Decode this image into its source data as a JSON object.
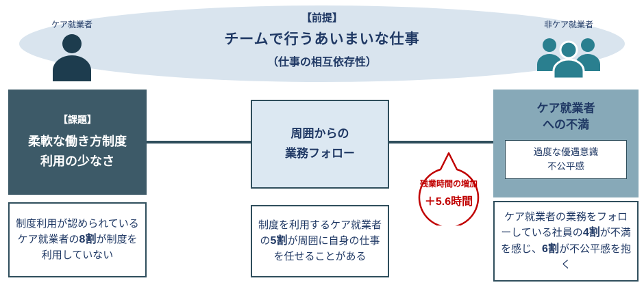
{
  "premise": {
    "tag": "【前提】",
    "title": "チームで行うあいまいな仕事",
    "subtitle": "（仕事の相互依存性）"
  },
  "actors": {
    "left_label": "ケア就業者",
    "right_label": "非ケア就業者"
  },
  "issue_box": {
    "tag": "【課題】",
    "line1": "柔軟な働き方制度",
    "line2": "利用の少なさ"
  },
  "follow_box": {
    "line1": "周囲からの",
    "line2": "業務フォロー"
  },
  "dissatisfaction_box": {
    "line1": "ケア就業者",
    "line2": "への不満",
    "inner_line1": "過度な優遇意識",
    "inner_line2": "不公平感"
  },
  "overtime_bubble": {
    "line1": "残業時間の増加",
    "line2": "＋5.6時間"
  },
  "notes": {
    "left": {
      "s1": "制度利用が認められているケア就業者の",
      "b1": "8割",
      "s2": "が制度を利用していない"
    },
    "middle": {
      "s1": "制度を利用するケア就業者の",
      "b1": "5割",
      "s2": "が周囲に自身の仕事を任せることがある"
    },
    "right": {
      "s1": "ケア就業者の業務をフォローしている社員の",
      "b1": "4割",
      "s2": "が不満を感じ、",
      "b2": "6割",
      "s3": "が不公平感を抱く"
    }
  },
  "colors": {
    "ellipse_fill": "#d9e4ee",
    "dark_box": "#3d5a68",
    "light_box": "#dce8f2",
    "teal_box": "#87a9b8",
    "navy_text": "#1f3864",
    "border": "#2f4e5c",
    "red": "#c00000",
    "person_dark": "#1d3c4e",
    "person_teal": "#2a7f8f"
  }
}
